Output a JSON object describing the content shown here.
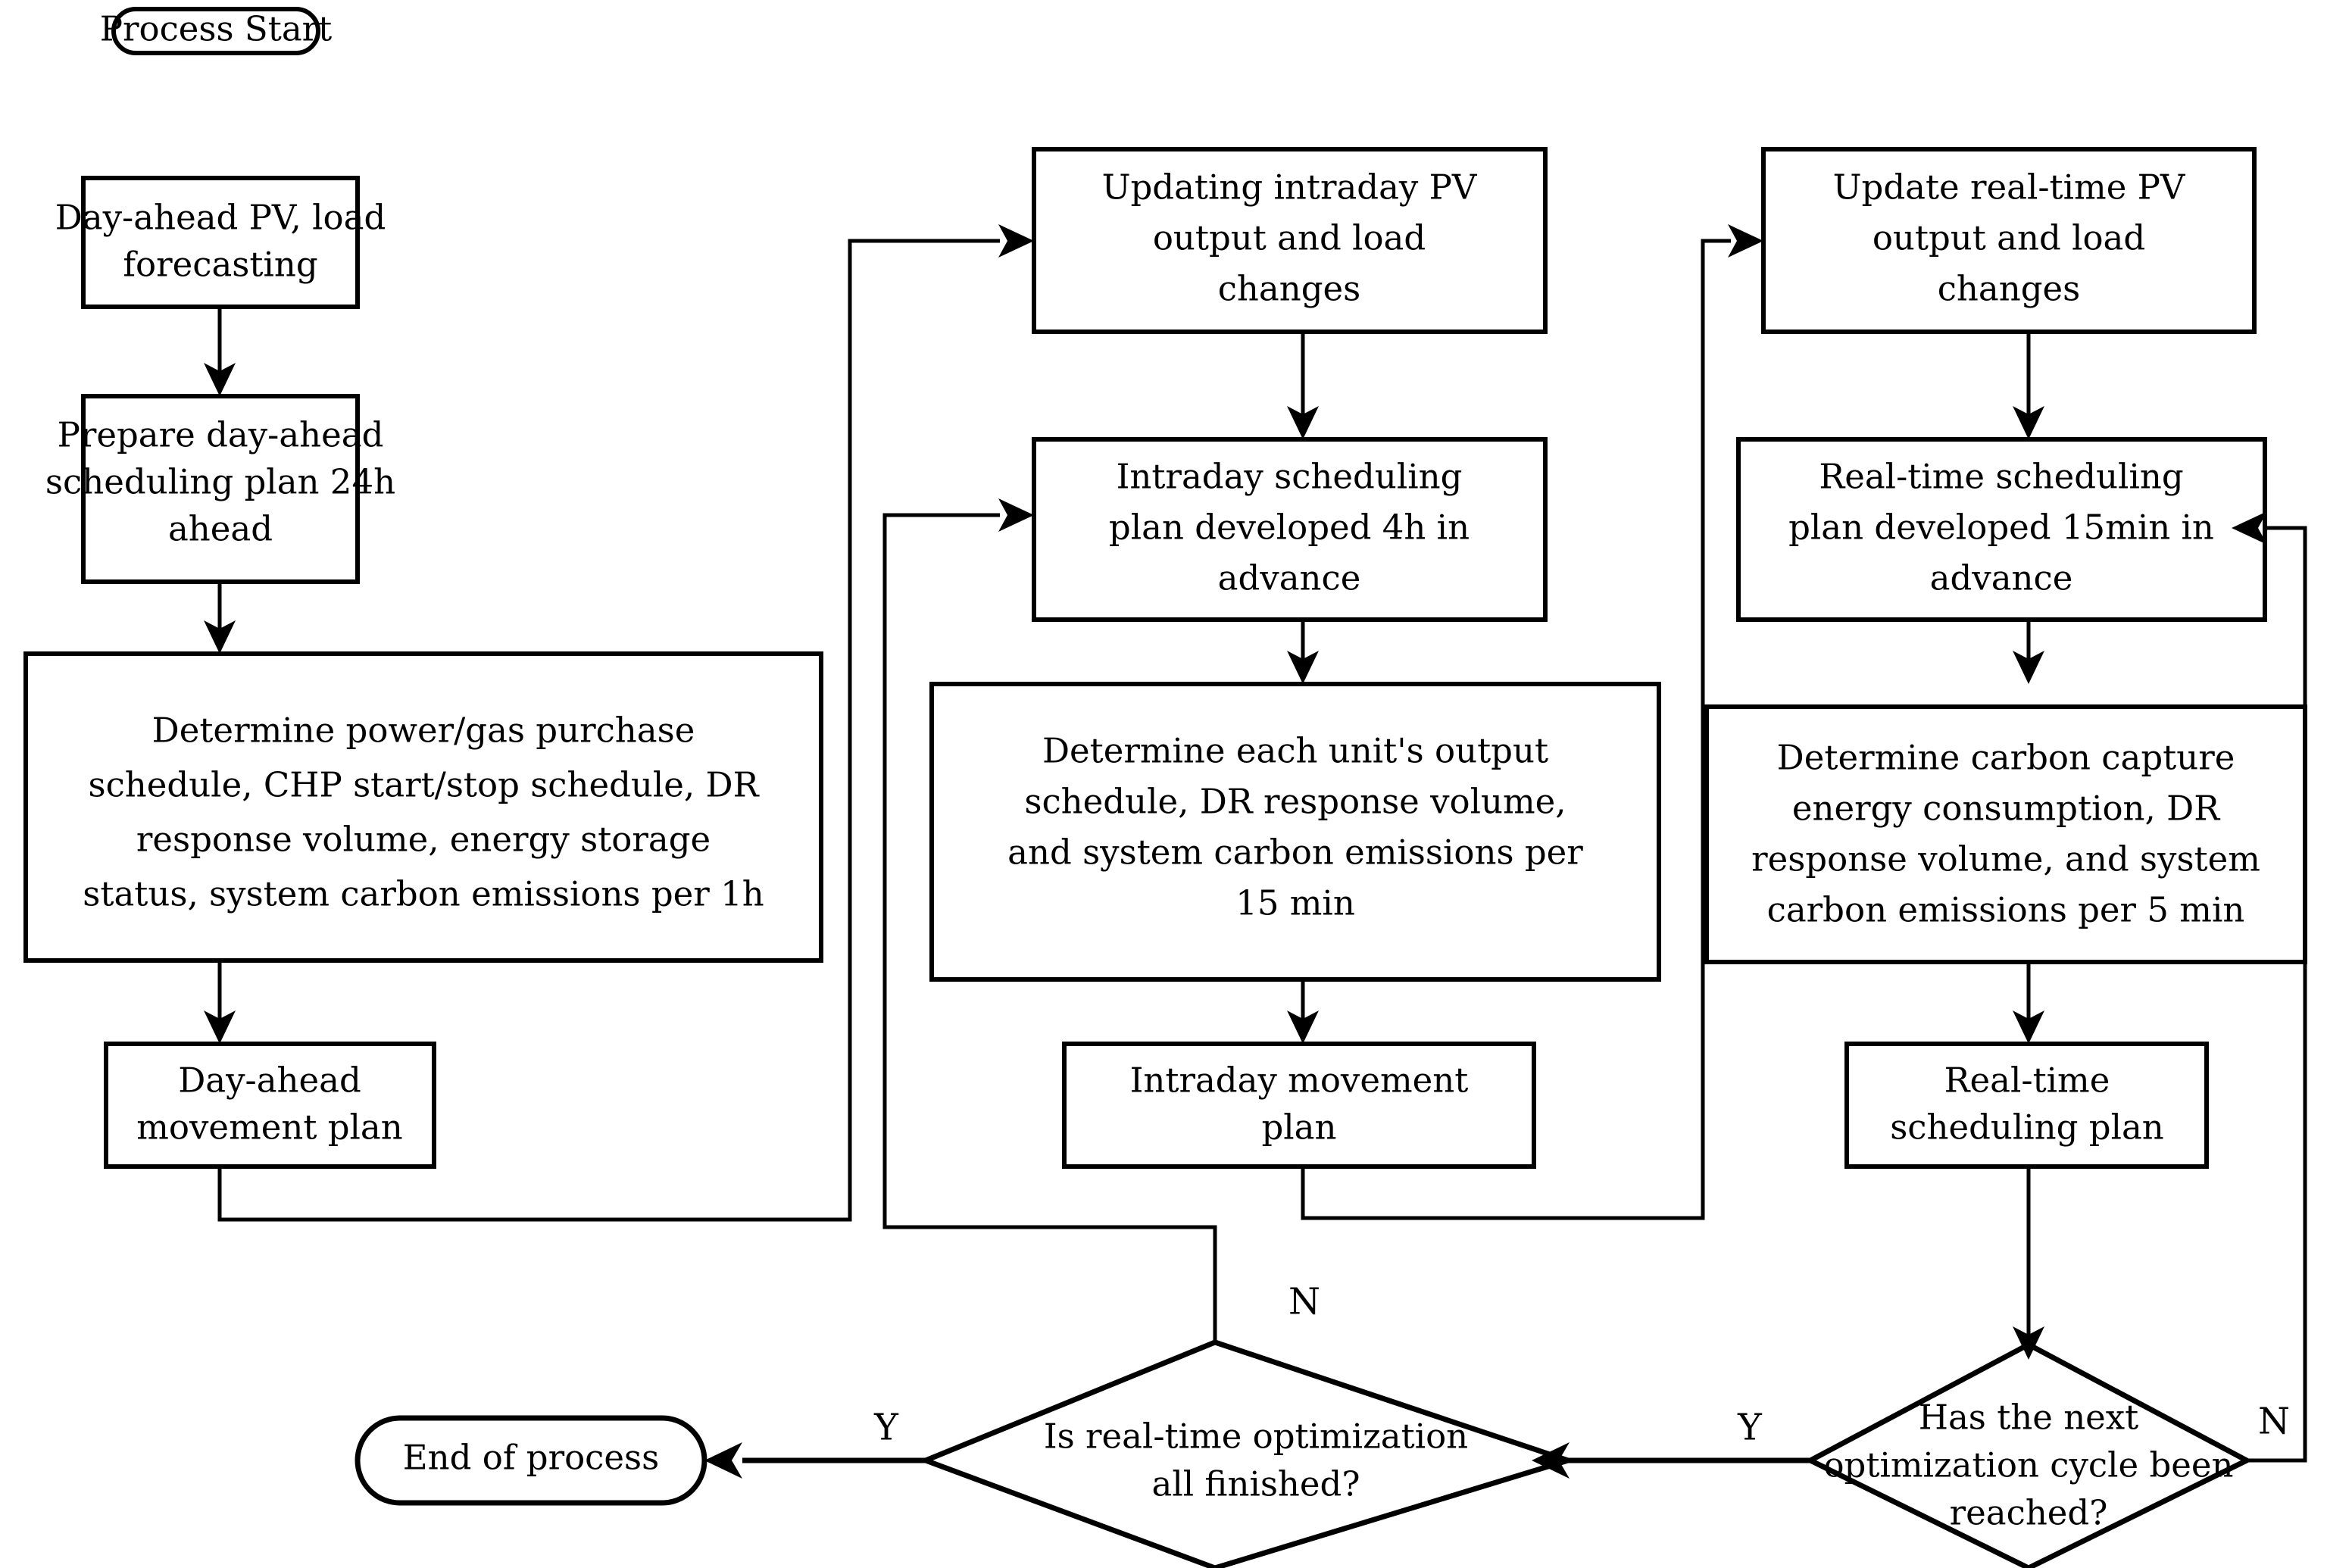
{
  "diagram": {
    "title": "Multi-timescale scheduling process flowchart",
    "colors": {
      "stroke": "#000000",
      "fill": "#ffffff",
      "text": "#000000"
    },
    "nodes": {
      "start": {
        "shape": "rounded-terminator",
        "label": "Process Start"
      },
      "day_ahead_forecast": {
        "shape": "rectangle",
        "lines": [
          "Day-ahead PV, load",
          "forecasting"
        ]
      },
      "day_ahead_plan": {
        "shape": "rectangle",
        "lines": [
          "Prepare day-ahead",
          "scheduling plan 24h",
          "ahead"
        ]
      },
      "day_ahead_determine": {
        "shape": "rectangle",
        "lines": [
          "Determine power/gas purchase",
          "schedule, CHP start/stop schedule, DR",
          "response volume, energy storage",
          "status, system carbon emissions per 1h"
        ]
      },
      "day_ahead_movement": {
        "shape": "rectangle",
        "lines": [
          "Day-ahead",
          "movement plan"
        ]
      },
      "intraday_update": {
        "shape": "rectangle",
        "lines": [
          "Updating intraday PV",
          "output and load",
          "changes"
        ]
      },
      "intraday_plan": {
        "shape": "rectangle",
        "lines": [
          "Intraday scheduling",
          "plan developed 4h in",
          "advance"
        ]
      },
      "intraday_determine": {
        "shape": "rectangle",
        "lines": [
          "Determine each unit's output",
          "schedule, DR response volume,",
          "and system carbon emissions per",
          "15 min"
        ]
      },
      "intraday_movement": {
        "shape": "rectangle",
        "lines": [
          "Intraday movement",
          "plan"
        ]
      },
      "realtime_update": {
        "shape": "rectangle",
        "lines": [
          "Update real-time PV",
          "output and load",
          "changes"
        ]
      },
      "realtime_plan": {
        "shape": "rectangle",
        "lines": [
          "Real-time scheduling",
          "plan developed 15min in",
          "advance"
        ]
      },
      "realtime_determine": {
        "shape": "rectangle",
        "lines": [
          "Determine carbon capture",
          "energy consumption, DR",
          "response volume, and system",
          "carbon emissions per 5 min"
        ]
      },
      "realtime_movement": {
        "shape": "rectangle",
        "lines": [
          "Real-time",
          "scheduling plan"
        ]
      },
      "decision_realtime_done": {
        "shape": "diamond",
        "lines": [
          "Is real-time optimization",
          "all finished?"
        ]
      },
      "decision_next_cycle": {
        "shape": "diamond",
        "lines": [
          "Has the next",
          "optimization cycle been",
          "reached?"
        ]
      },
      "end": {
        "shape": "rounded-terminator",
        "label": "End of process"
      }
    },
    "edge_labels": {
      "realtime_done_yes": "Y",
      "realtime_done_no": "N",
      "next_cycle_yes": "Y",
      "next_cycle_no": "N"
    }
  }
}
